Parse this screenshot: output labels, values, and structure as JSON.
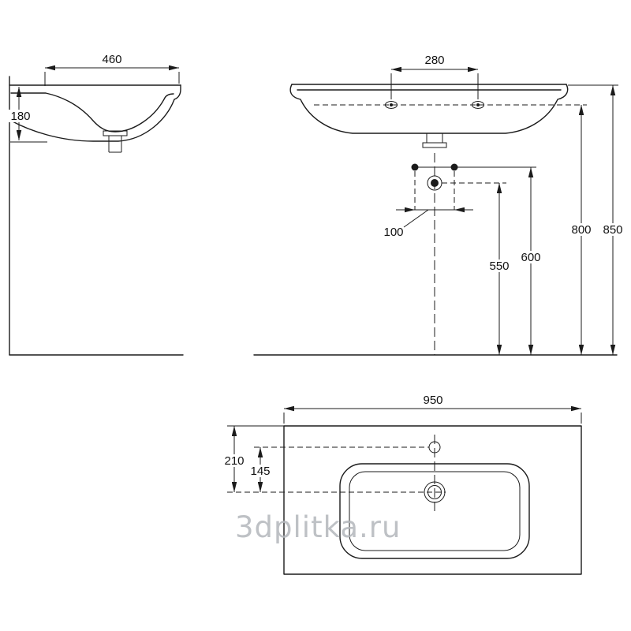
{
  "watermark": {
    "text": "3dplitka.ru"
  },
  "side_view": {
    "width": "460",
    "height": "180"
  },
  "front_view": {
    "faucet_spacing": "280",
    "supply_spacing": "100",
    "drain_height": "550",
    "supply_height": "600",
    "faucet_height": "800",
    "rim_height": "850"
  },
  "top_view": {
    "width": "950",
    "drain_from_back": "210",
    "drain_from_faucet": "145"
  },
  "colors": {
    "line": "#1b1b1b",
    "watermark": "#b3b7bc"
  }
}
